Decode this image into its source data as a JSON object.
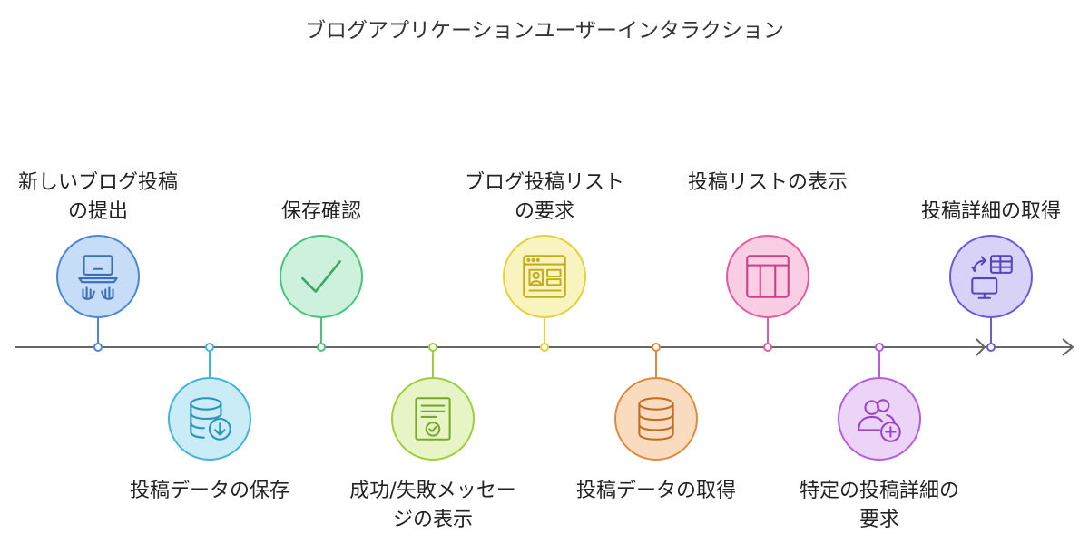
{
  "title": "ブログアプリケーションユーザーインタラクション",
  "steps": [
    {
      "label": "新しいブログ投稿の提出",
      "icon": "laptop-typing-icon",
      "color": "#4a86d8",
      "fill": "#c7dcf7"
    },
    {
      "label": "投稿データの保存",
      "icon": "database-download-icon",
      "color": "#3fb6d9",
      "fill": "#c9ecf7"
    },
    {
      "label": "保存確認",
      "icon": "checkmark-icon",
      "color": "#46c47a",
      "fill": "#cdf1dc"
    },
    {
      "label": "成功/失敗メッセージの表示",
      "icon": "certificate-check-icon",
      "color": "#9fcd3c",
      "fill": "#e6f4c6"
    },
    {
      "label": "ブログ投稿リストの要求",
      "icon": "web-layout-icon",
      "color": "#e3d238",
      "fill": "#f9f4bf"
    },
    {
      "label": "投稿データの取得",
      "icon": "database-icon",
      "color": "#e08a3c",
      "fill": "#f9dcc0"
    },
    {
      "label": "投稿リストの表示",
      "icon": "table-columns-icon",
      "color": "#e65aa0",
      "fill": "#f9cde3"
    },
    {
      "label": "特定の投稿詳細の要求",
      "icon": "users-add-icon",
      "color": "#b45de0",
      "fill": "#ecd3f8"
    },
    {
      "label": "投稿詳細の取得",
      "icon": "monitor-table-sync-icon",
      "color": "#6b5ad8",
      "fill": "#d8d2f7"
    }
  ]
}
